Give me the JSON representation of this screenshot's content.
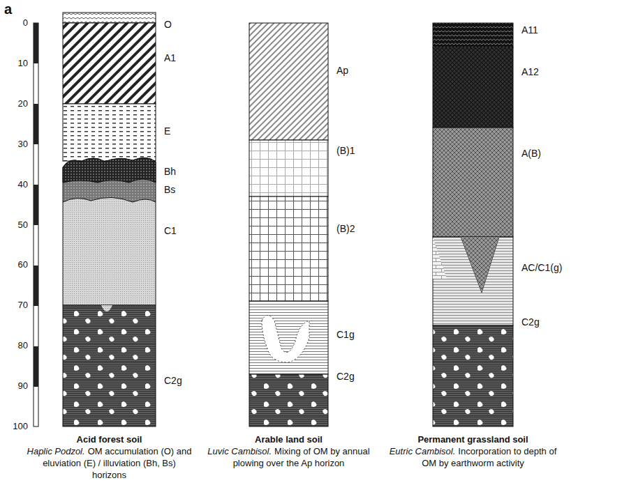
{
  "diagram": {
    "nodes": [
      {
        "text": [
          "Acid forest soil",
          "Haplic Podzol.",
          "OM accumulation (O) and eluviation (E) / illuviation (Bh, Bs) horizons"
        ]
      },
      {
        "text": [
          "O"
        ],
        "in": 0
      },
      {
        "text": [
          "A1"
        ],
        "in": 0
      },
      {
        "text": [
          "E"
        ],
        "in": 0
      },
      {
        "text": [
          "Bh"
        ],
        "in": 0
      },
      {
        "text": [
          "Bs"
        ],
        "in": 0
      },
      {
        "text": [
          "C1"
        ],
        "in": 0
      },
      {
        "text": [
          "C2g"
        ],
        "in": 0
      },
      {
        "text": [
          "Arable land soil",
          "Luvic Cambisol.",
          "Mixing of OM by annual plowing over the Ap horizon"
        ]
      },
      {
        "text": [
          "Ap"
        ],
        "in": 8
      },
      {
        "text": [
          "(B)1"
        ],
        "in": 8
      },
      {
        "text": [
          "(B)2"
        ],
        "in": 8
      },
      {
        "text": [
          "C1g"
        ],
        "in": 8
      },
      {
        "text": [
          "C2g"
        ],
        "in": 8
      },
      {
        "text": [
          "Permanent grassland soil",
          "Eutric Cambisol.",
          "Incorporation to depth of OM by earthworm activity"
        ]
      },
      {
        "text": [
          "A11"
        ],
        "in": 14
      },
      {
        "text": [
          "A12"
        ],
        "in": 14
      },
      {
        "text": [
          "A(B)"
        ],
        "in": 14
      },
      {
        "text": [
          "AC/C1(g)"
        ],
        "in": 14
      },
      {
        "text": [
          "C2g"
        ],
        "in": 14
      }
    ],
    "labels": [
      "a",
      "0",
      "10",
      "20",
      "30",
      "40",
      "50",
      "60",
      "70",
      "80",
      "90",
      "100"
    ]
  }
}
